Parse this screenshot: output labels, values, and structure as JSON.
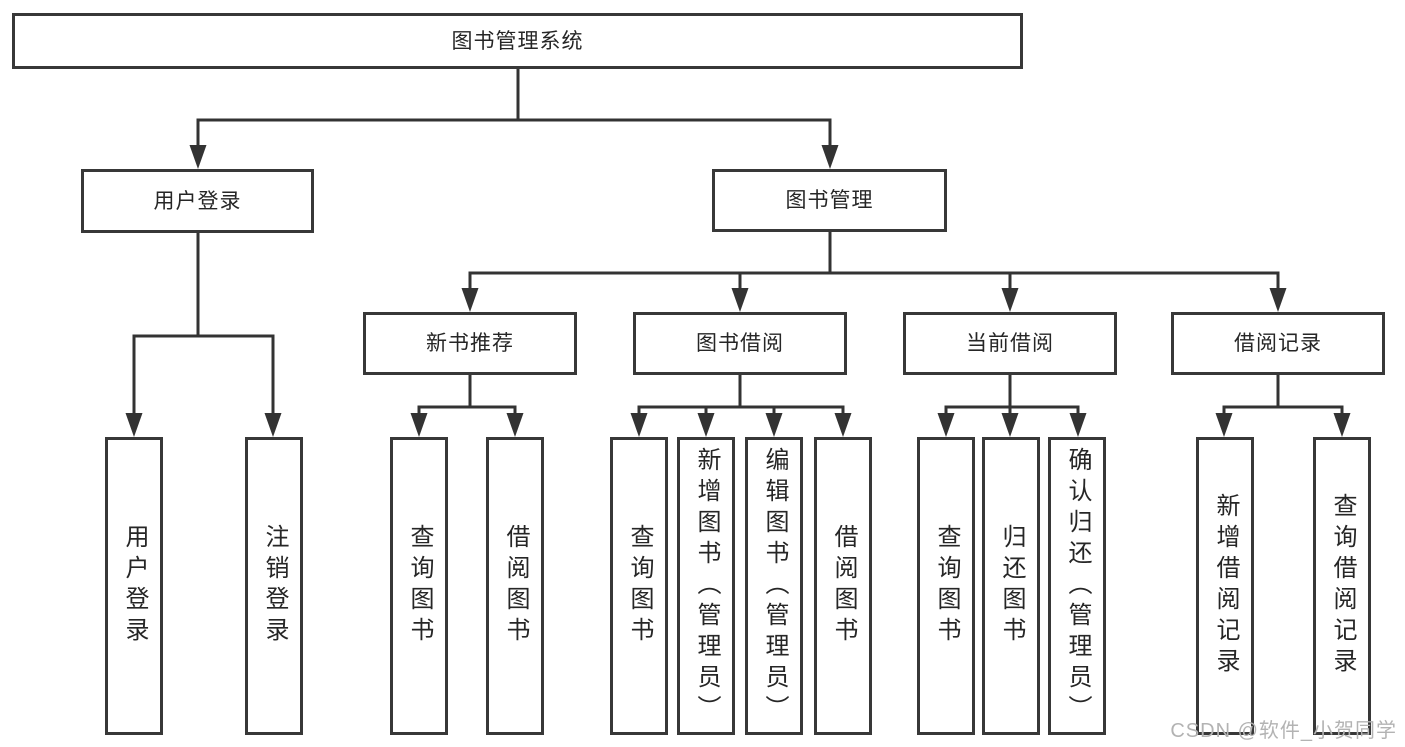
{
  "tree": {
    "root": {
      "label": "图书管理系统",
      "children": [
        {
          "label": "用户登录",
          "children": [
            {
              "label": "用户登录"
            },
            {
              "label": "注销登录"
            }
          ]
        },
        {
          "label": "图书管理",
          "children": [
            {
              "label": "新书推荐",
              "children": [
                {
                  "label": "查询图书"
                },
                {
                  "label": "借阅图书"
                }
              ]
            },
            {
              "label": "图书借阅",
              "children": [
                {
                  "label": "查询图书"
                },
                {
                  "label": "新增图书（管理员）"
                },
                {
                  "label": "编辑图书（管理员）"
                },
                {
                  "label": "借阅图书"
                }
              ]
            },
            {
              "label": "当前借阅",
              "children": [
                {
                  "label": "查询图书"
                },
                {
                  "label": "归还图书"
                },
                {
                  "label": "确认归还（管理员）"
                }
              ]
            },
            {
              "label": "借阅记录",
              "children": [
                {
                  "label": "新增借阅记录"
                },
                {
                  "label": "查询借阅记录"
                }
              ]
            }
          ]
        }
      ]
    }
  },
  "watermark": "CSDN @软件_小贺同学",
  "colors": {
    "line": "#333333",
    "box_border": "#383838",
    "text": "#262626",
    "watermark": "#b3b3b3",
    "background": "#ffffff"
  }
}
